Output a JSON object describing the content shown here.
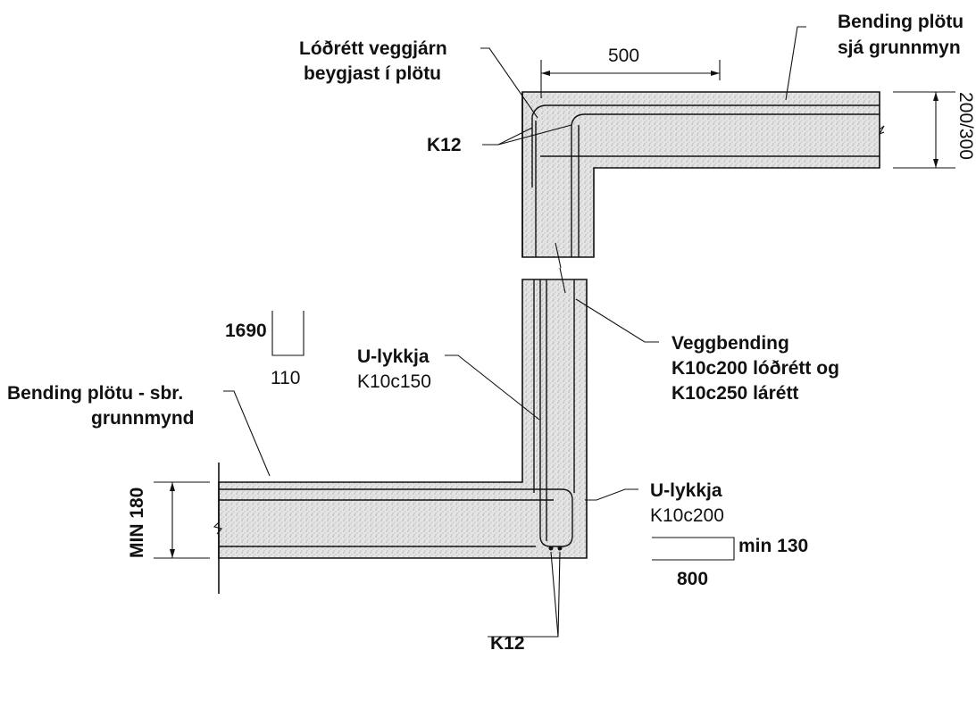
{
  "labels": {
    "wall_bars_bent_1": "Lóðrétt veggjárn",
    "wall_bars_bent_2": "beygjast í plötu",
    "k12_top": "K12",
    "dim_500": "500",
    "slab_reinf_top_1": "Bending plötu",
    "slab_reinf_top_2": "sjá grunnmyn",
    "dim_slab_top": "200/300",
    "bar_shape_length": "1690",
    "bar_shape_width": "110",
    "u_loop_wall_1": "U-lykkja",
    "u_loop_wall_2": "K10c150",
    "wall_reinf_1": "Veggbending",
    "wall_reinf_2": "K10c200 lóðrétt og",
    "wall_reinf_3": "K10c250 lárétt",
    "slab_reinf_bottom_1": "Bending plötu - sbr.",
    "slab_reinf_bottom_2": "grunnmynd",
    "min_180": "MIN 180",
    "u_loop_corner_1": "U-lykkja",
    "u_loop_corner_2": "K10c200",
    "min_130": "min 130",
    "dim_800": "800",
    "k12_bottom": "K12"
  },
  "colors": {
    "ink": "#111111",
    "concrete_fill": "#e4e4e4"
  }
}
